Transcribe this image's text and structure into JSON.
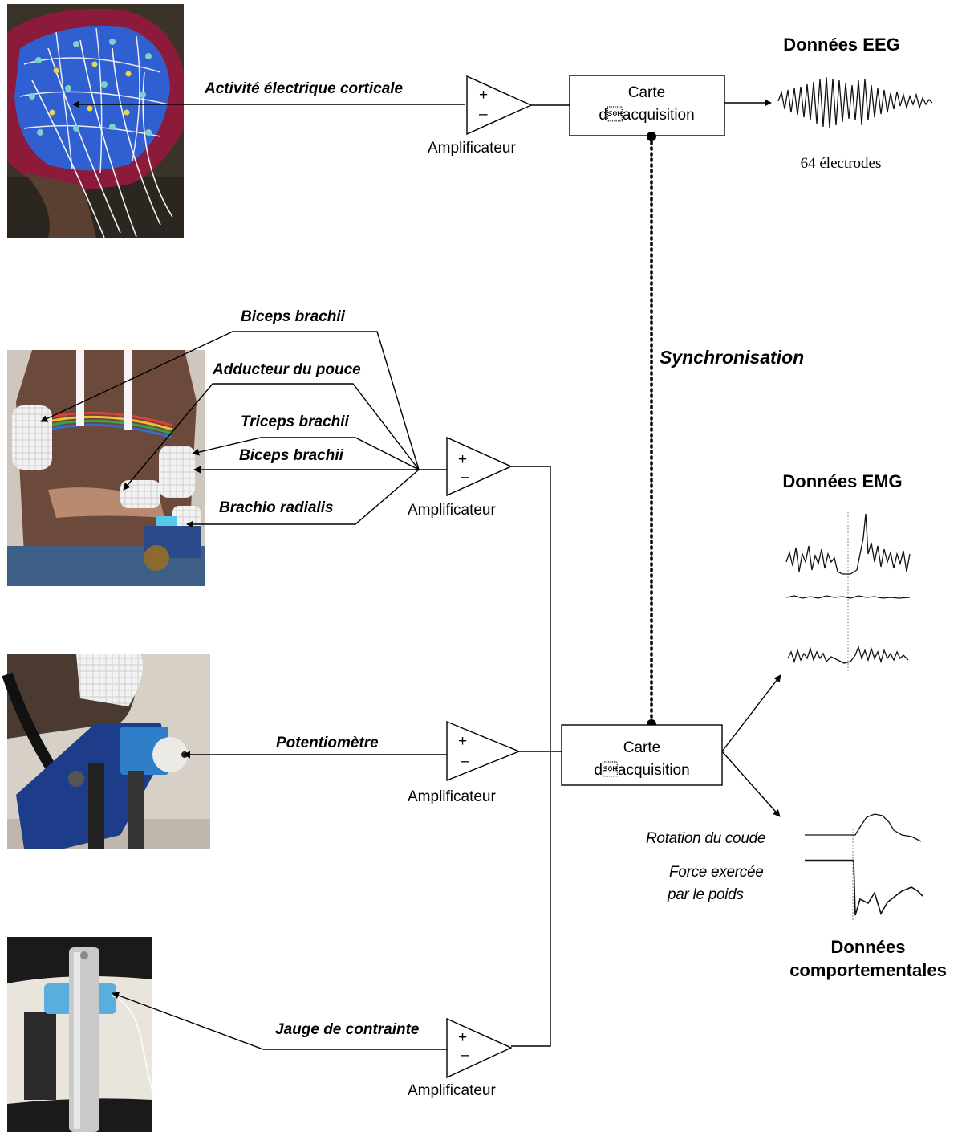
{
  "eeg": {
    "signal_label": "Activité électrique corticale",
    "amplifier": {
      "plus": "+",
      "minus": "–",
      "label": "Amplificateur"
    },
    "card_line1": "Carte",
    "card_line2": "d\u0001acquisition",
    "output_title": "Données EEG",
    "output_caption": "64 électrodes"
  },
  "sync_label": "Synchronisation",
  "emg": {
    "muscles": [
      "Biceps brachii",
      "Adducteur du pouce",
      "Triceps brachii",
      "Biceps brachii",
      "Brachio radialis"
    ],
    "amplifier": {
      "plus": "+",
      "minus": "–",
      "label": "Amplificateur"
    },
    "output_title": "Données EMG"
  },
  "potentiometer": {
    "label": "Potentiomètre",
    "amplifier": {
      "plus": "+",
      "minus": "–",
      "label": "Amplificateur"
    }
  },
  "strain_gauge": {
    "label": "Jauge de contrainte",
    "amplifier": {
      "plus": "+",
      "minus": "–",
      "label": "Amplificateur"
    }
  },
  "card2": {
    "line1": "Carte",
    "line2": "d\u0001acquisition"
  },
  "behavior": {
    "rotation_label": "Rotation du coude",
    "force_line1": "Force exercée",
    "force_line2": "par le poids",
    "title_line1": "Données",
    "title_line2": "comportementales"
  }
}
